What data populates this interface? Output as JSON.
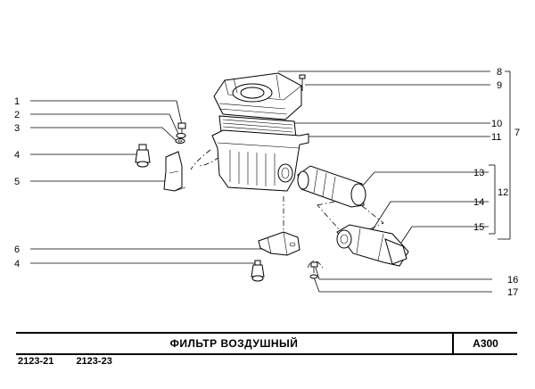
{
  "callouts": [
    "1",
    "2",
    "3",
    "4",
    "5",
    "6",
    "4",
    "7",
    "8",
    "9",
    "10",
    "11",
    "12",
    "13",
    "14",
    "15",
    "16",
    "17"
  ],
  "title": "ФИЛЬТР   ВОЗДУШНЫЙ",
  "code": "А300",
  "models": [
    "2123-21",
    "2123-23"
  ]
}
